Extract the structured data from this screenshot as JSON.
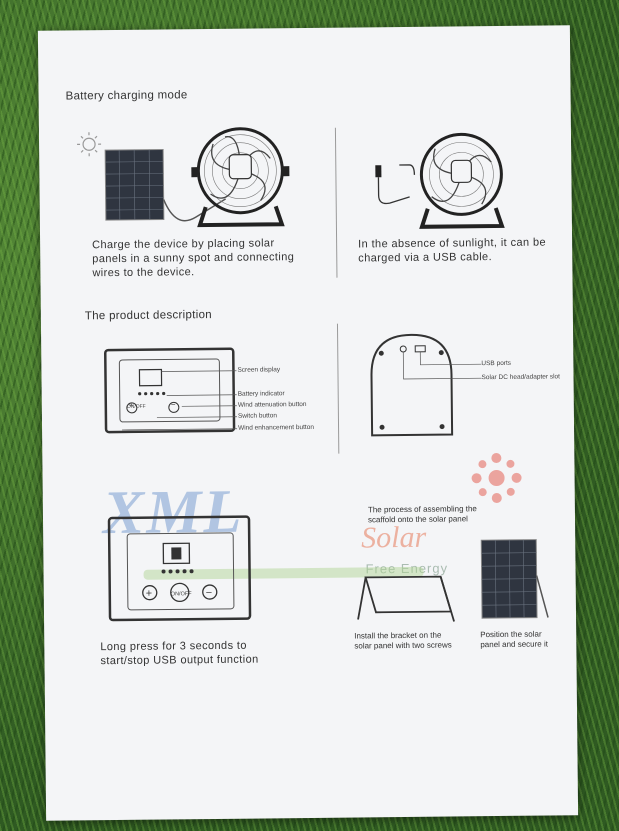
{
  "headings": {
    "charging_mode": "Battery charging mode",
    "product_description": "The product description",
    "assembly": "The process of assembling the\nscaffold onto the solar panel"
  },
  "captions": {
    "solar_charge": "Charge the device by placing solar\npanels in a sunny spot and connecting\nwires to the device.",
    "usb_charge": "In the absence of sunlight, it can be\ncharged via a USB cable.",
    "long_press": "Long press for 3 seconds to\nstart/stop USB output function",
    "install_bracket": "Install the bracket on the\nsolar panel with two screws",
    "position_panel": "Position the solar\npanel and secure it"
  },
  "panel_labels": {
    "screen_display": "Screen display",
    "battery_indicator": "Battery indicator",
    "wind_attenuation": "Wind attenuation button",
    "switch_button": "Switch button",
    "wind_enhancement": "Wind enhancement button",
    "on_off": "ON/OFF",
    "plus": "+",
    "minus": "−"
  },
  "port_labels": {
    "usb_ports": "USB ports",
    "dc_slot": "Solar DC head/adapter slot"
  },
  "watermark": {
    "brand": "XML",
    "solar": "Solar",
    "tagline": "Free Energy"
  },
  "colors": {
    "paper": "#f4f5f7",
    "ink": "#333333",
    "grass": "#3f6e2a",
    "watermark_blue": "#5f8cc8",
    "watermark_orange": "#e6785a"
  }
}
